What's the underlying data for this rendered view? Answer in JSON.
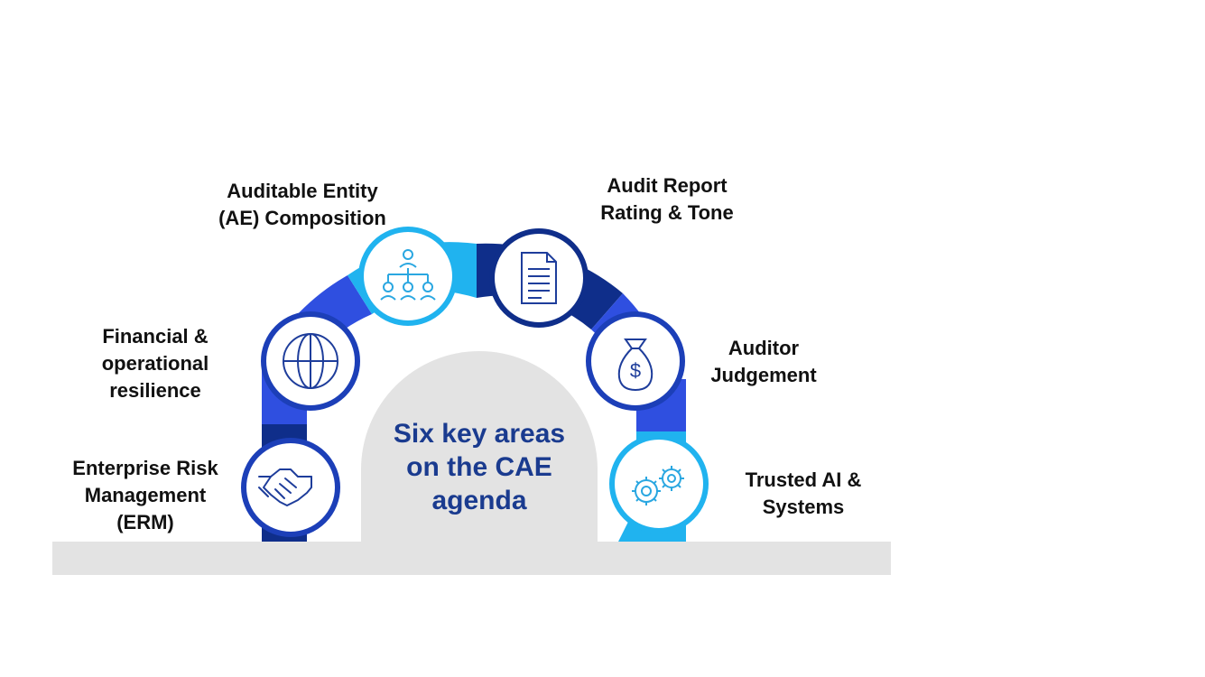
{
  "title": {
    "lines": [
      "Six key areas",
      "on the CAE",
      "agenda"
    ]
  },
  "areas": [
    {
      "lines": [
        "Enterprise Risk",
        "Management",
        "(ERM)"
      ],
      "icon": "handshake-icon",
      "icon_color": "#1e3d9b"
    },
    {
      "lines": [
        "Financial &",
        "operational",
        "resilience"
      ],
      "icon": "globe-icon",
      "icon_color": "#1e3d9b"
    },
    {
      "lines": [
        "Auditable Entity",
        "(AE) Composition"
      ],
      "icon": "org-chart-icon",
      "icon_color": "#2aa7e1"
    },
    {
      "lines": [
        "Audit Report",
        "Rating & Tone"
      ],
      "icon": "document-icon",
      "icon_color": "#1e3d9b"
    },
    {
      "lines": [
        "Auditor",
        "Judgement"
      ],
      "icon": "money-bag-icon",
      "icon_color": "#1e3d9b"
    },
    {
      "lines": [
        "Trusted AI &",
        "Systems"
      ],
      "icon": "gears-icon",
      "icon_color": "#2aa7e1"
    }
  ],
  "colors": {
    "arc_dark_navy": "#0f2e8a",
    "arc_royal_blue": "#2f4fe0",
    "arc_light_blue": "#20b3ef",
    "circle_border": "#1c3fb8",
    "base_gray": "#e3e3e3",
    "title_blue": "#1a3b8f"
  }
}
